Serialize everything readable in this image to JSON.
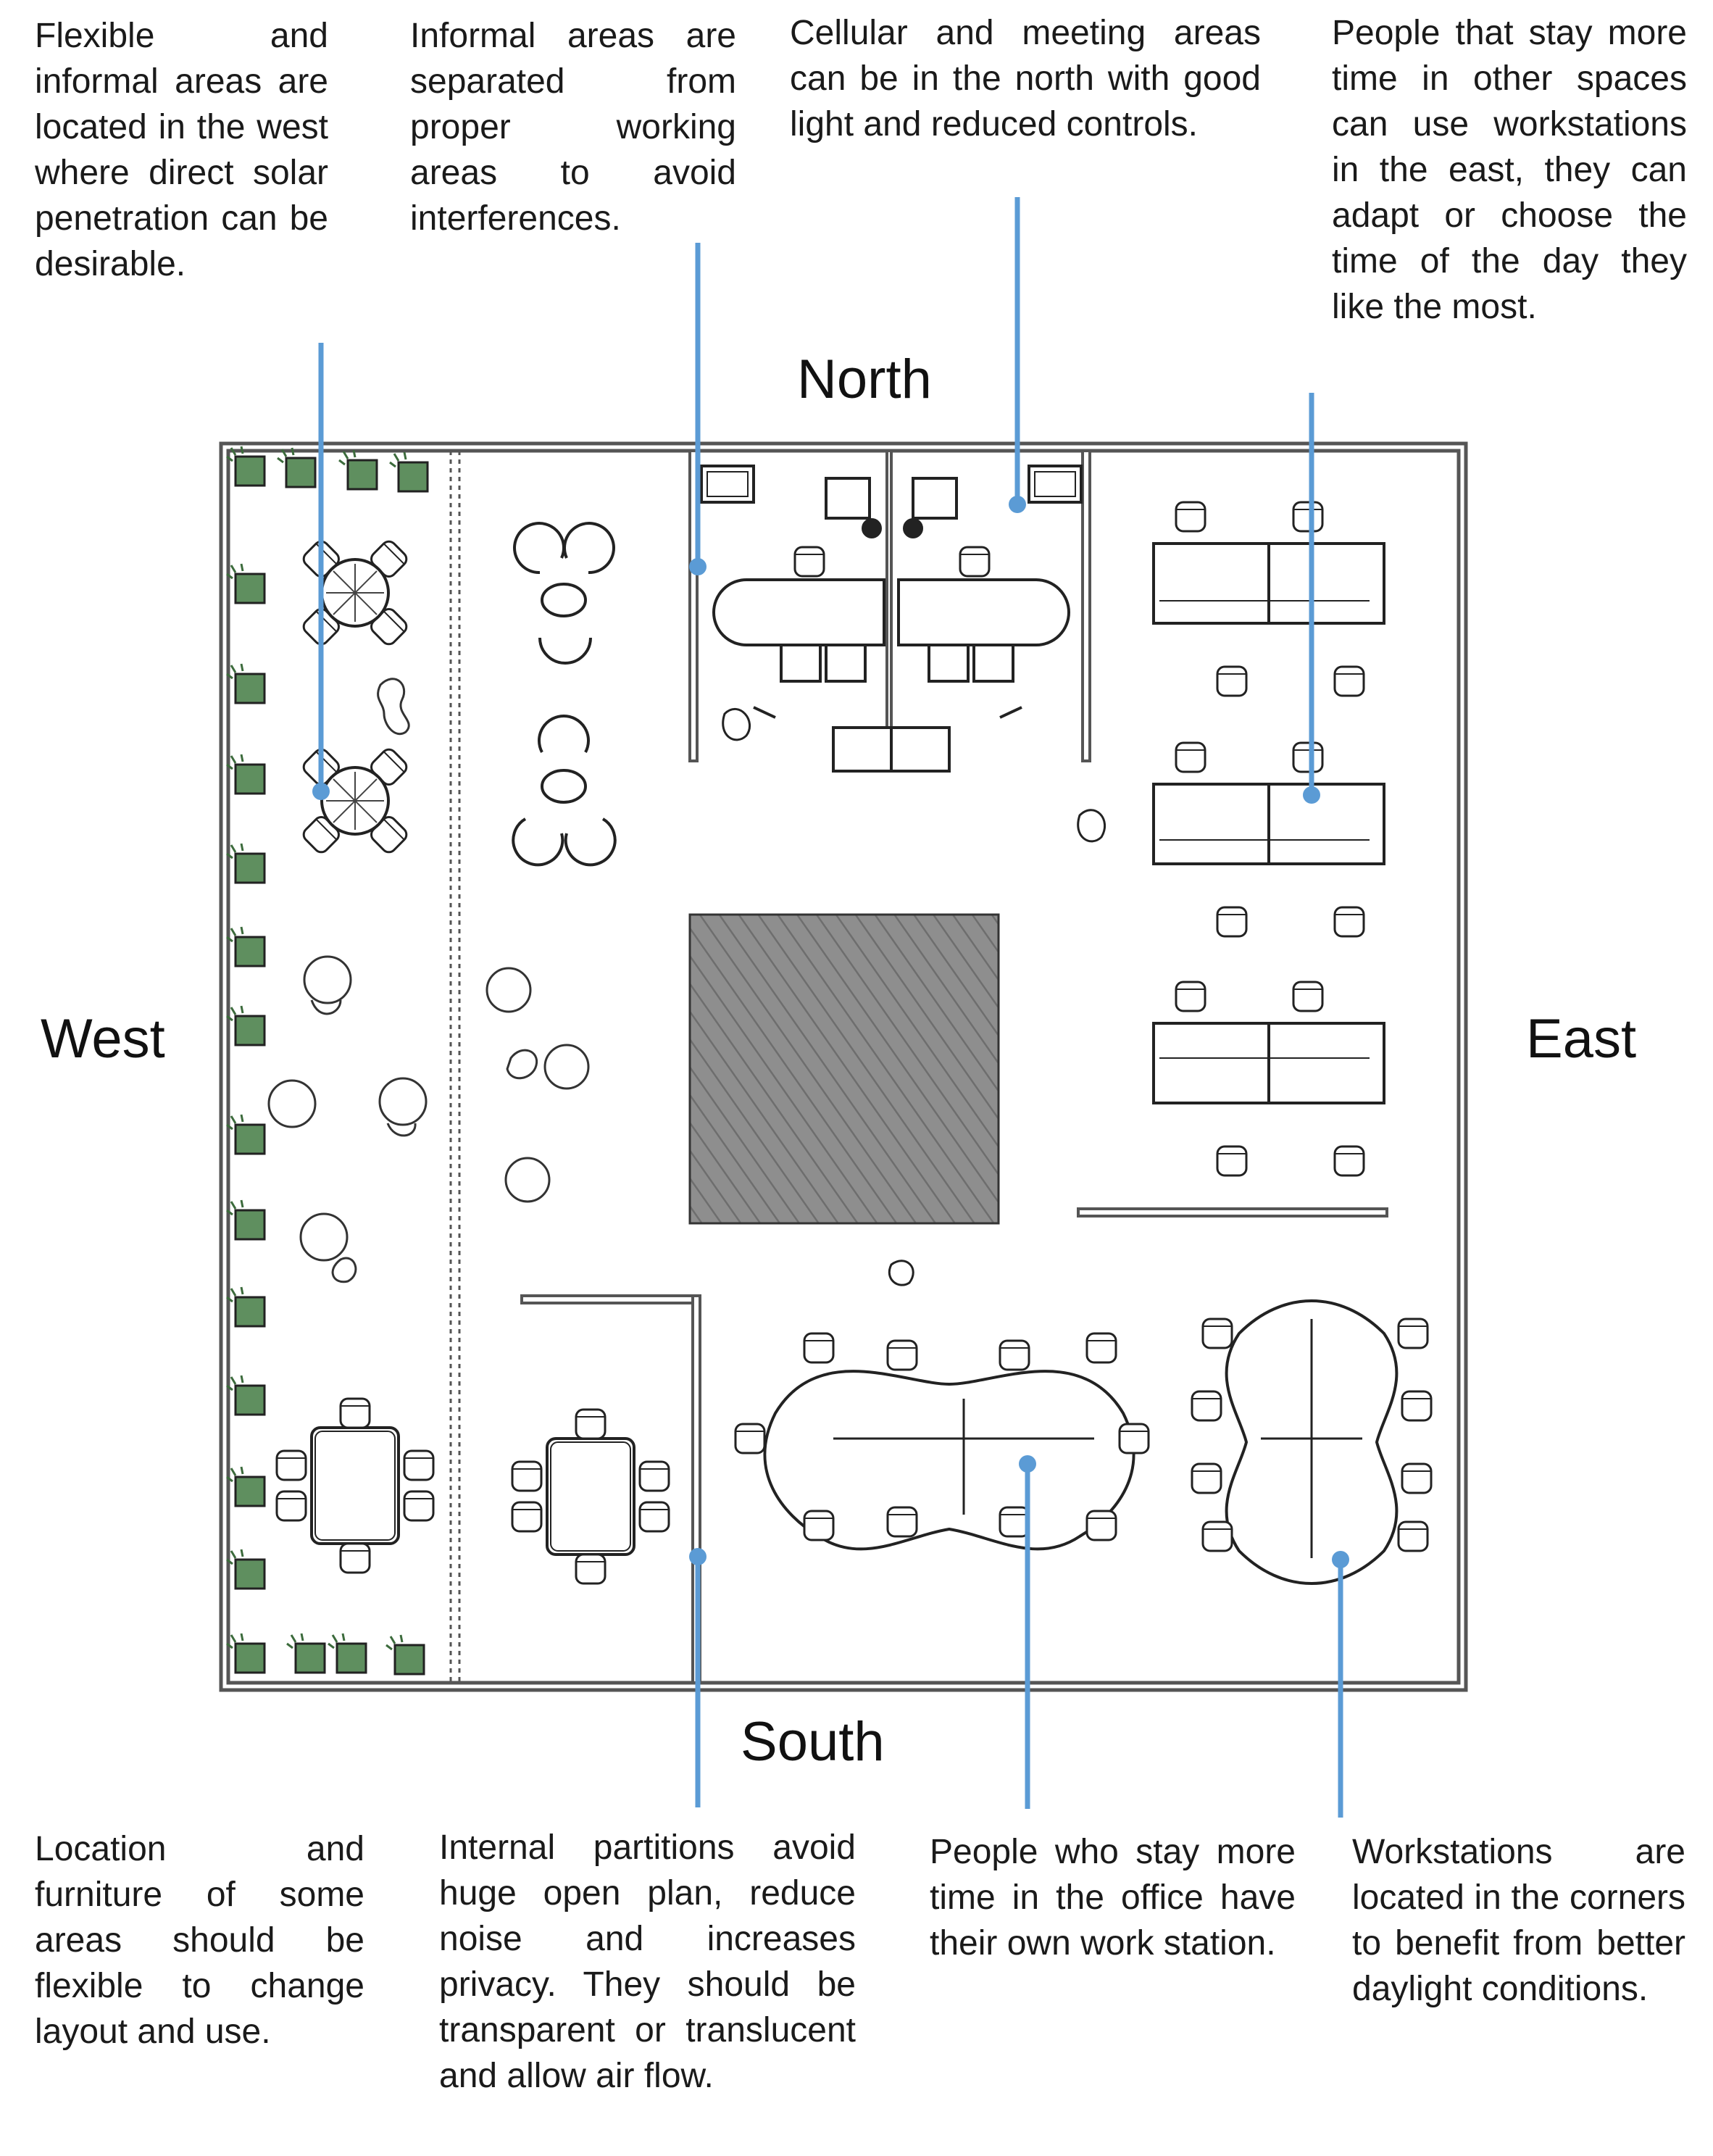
{
  "compass": {
    "north": "North",
    "south": "South",
    "west": "West",
    "east": "East"
  },
  "notes": {
    "west_flexible": "Flexible and informal areas are located in the west where direct solar penetration can be desirable.",
    "informal_separated": "Informal areas are separated from proper working areas to avoid interferences.",
    "cellular_north": "Cellular and meeting areas can be in the north with good light and reduced controls.",
    "east_workstations": "People that stay more time in other spaces can use workstations in the east, they can adapt or choose the time of the day they like the most.",
    "location_furniture": "Location and furniture of some areas should be flexible to change layout and use.",
    "internal_partitions": "Internal partitions avoid huge open plan, reduce noise and increases privacy. They should be transparent or translucent and allow air flow.",
    "own_workstation": "People who stay more time in the office have their own work station.",
    "corner_workstations": "Workstations are located in the corners to benefit from better daylight conditions."
  },
  "colors": {
    "leader": "#5b9bd5",
    "plant": "#5f8f5f",
    "core_hatch": "#8a8a8a",
    "wall": "#555555"
  }
}
